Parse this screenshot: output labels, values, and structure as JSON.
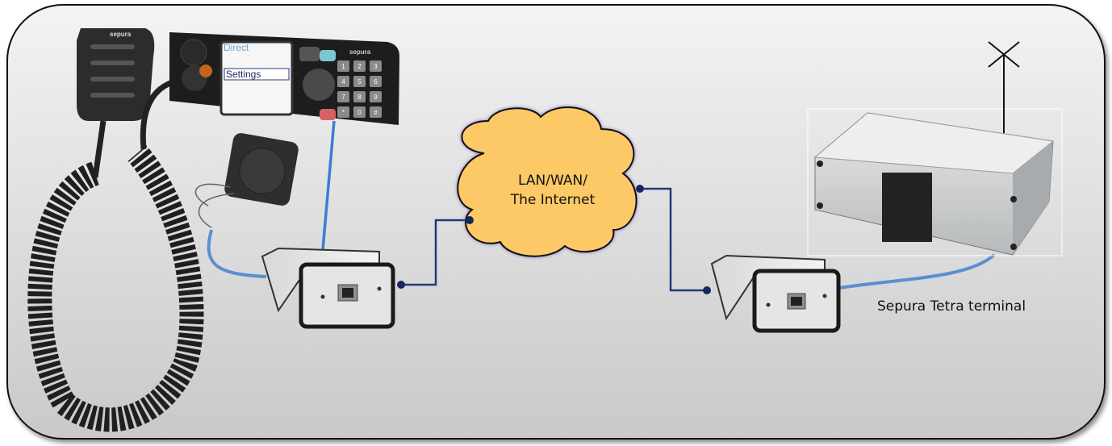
{
  "diagram": {
    "title": "Sepura radio over IP setup",
    "cloud": {
      "line1": "LAN/WAN/",
      "line2": "The Internet",
      "fill": "#fcc966"
    },
    "terminal": {
      "label": "Sepura Tetra terminal"
    },
    "control_head": {
      "brand": "sepura",
      "screen_line1": "Direct",
      "screen_line2": "Settings",
      "keypad": [
        "1",
        "2",
        "3",
        "4",
        "5",
        "6",
        "7",
        "8",
        "9",
        "*",
        "0",
        "#"
      ]
    },
    "microphone": {
      "brand": "sepura"
    },
    "colors": {
      "lan_cable": "#1f3a7a",
      "audio_cable": "#5b8fd0",
      "node_dot": "#14285e"
    }
  }
}
